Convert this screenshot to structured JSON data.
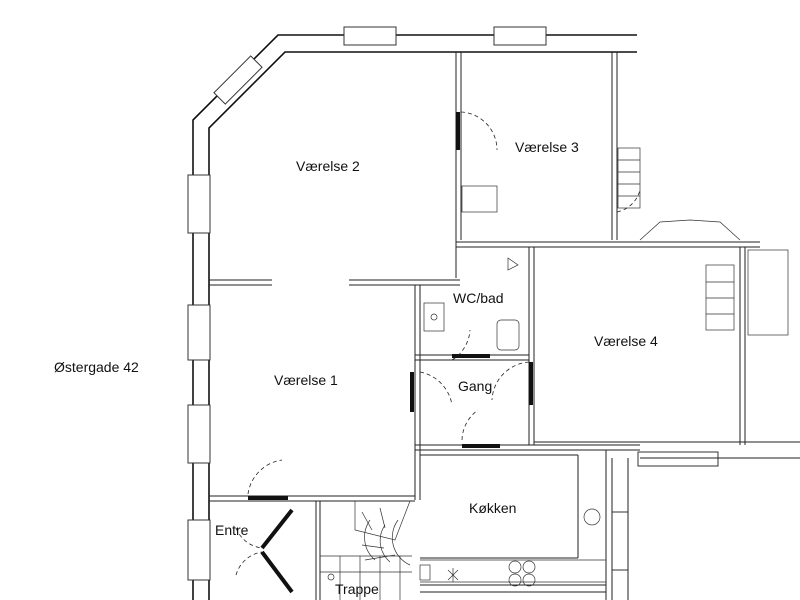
{
  "floor_plan": {
    "address": "Østergade 42",
    "rooms": {
      "vaerelse1": "Værelse 1",
      "vaerelse2": "Værelse 2",
      "vaerelse3": "Værelse 3",
      "vaerelse4": "Værelse 4",
      "wc_bad": "WC/bad",
      "gang": "Gang",
      "koekken": "Køkken",
      "entre": "Entre",
      "trappe": "Trappe"
    }
  }
}
